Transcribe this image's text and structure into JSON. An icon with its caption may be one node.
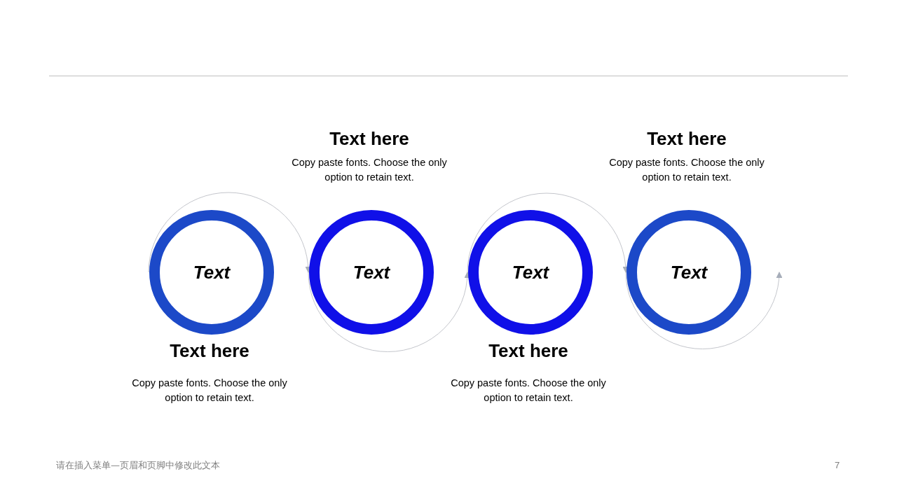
{
  "diagram": {
    "nodes": [
      {
        "text": [
          "Text"
        ],
        "beside": [
          "Text here",
          "Copy paste fonts. Choose the only option to retain text."
        ]
      },
      {
        "text": [
          "Text"
        ],
        "beside": [
          "Text here",
          "Copy paste fonts. Choose the only option to retain text."
        ]
      },
      {
        "text": [
          "Text"
        ],
        "beside": [
          "Text here",
          "Copy paste fonts. Choose the only option to retain text."
        ]
      },
      {
        "text": [
          "Text"
        ],
        "beside": [
          "Text here",
          "Copy paste fonts. Choose the only option to retain text."
        ]
      }
    ],
    "edges": [
      {
        "from": 0,
        "to": 1,
        "arrow": "to"
      },
      {
        "from": 1,
        "to": 2,
        "arrow": "to"
      },
      {
        "from": 2,
        "to": 3,
        "arrow": "to"
      },
      {
        "from": 3,
        "to": null,
        "arrow": "to"
      }
    ],
    "labels": [
      "请在插入菜单—页眉和页脚中修改此文本",
      "7"
    ]
  }
}
